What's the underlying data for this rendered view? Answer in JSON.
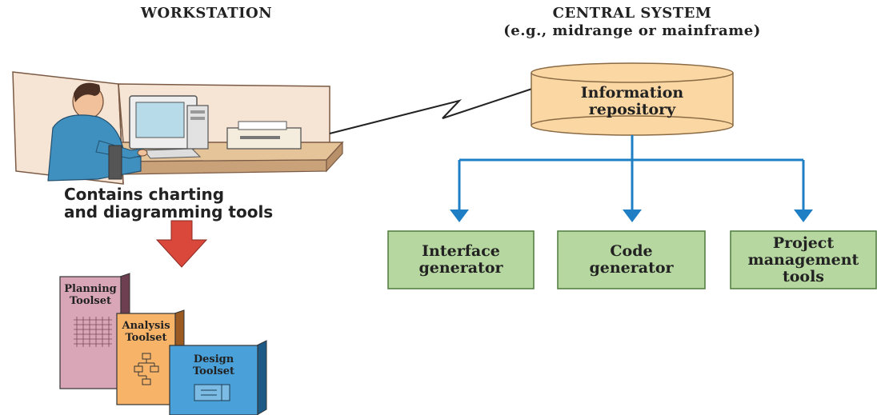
{
  "workstation": {
    "title": "WORKSTATION",
    "caption_line1": "Contains charting",
    "caption_line2": "and diagramming tools"
  },
  "central": {
    "title_line1": "CENTRAL SYSTEM",
    "title_line2": "(e.g., midrange or mainframe)",
    "repository_line1": "Information",
    "repository_line2": "repository"
  },
  "generators": [
    {
      "line1": "Interface",
      "line2": "generator",
      "line3": ""
    },
    {
      "line1": "Code",
      "line2": "generator",
      "line3": ""
    },
    {
      "line1": "Project",
      "line2": "management",
      "line3": "tools"
    }
  ],
  "toolsets": [
    {
      "line1": "Planning",
      "line2": "Toolset"
    },
    {
      "line1": "Analysis",
      "line2": "Toolset"
    },
    {
      "line1": "Design",
      "line2": "Toolset"
    }
  ],
  "colors": {
    "box_fill": "#b6d7a0",
    "box_stroke": "#4f7a3a",
    "arrow_blue": "#1f7fc4",
    "repository_fill": "#fbd8a3",
    "down_arrow_red": "#d9483b",
    "planning_fill": "#d9a6b7",
    "analysis_fill": "#f7b469",
    "design_fill": "#4aa0d8"
  }
}
